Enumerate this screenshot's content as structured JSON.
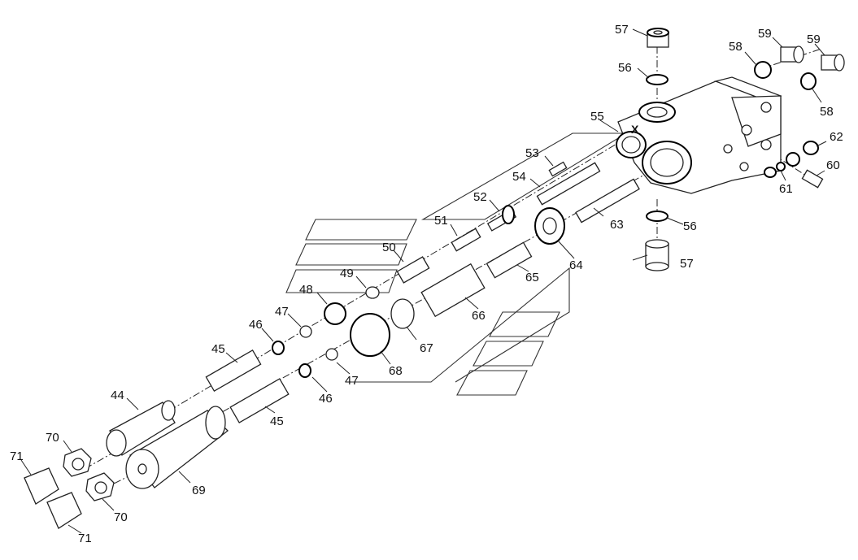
{
  "callouts": {
    "c44": "44",
    "c45a": "45",
    "c45b": "45",
    "c46a": "46",
    "c46b": "46",
    "c47a": "47",
    "c47b": "47",
    "c48": "48",
    "c49": "49",
    "c50": "50",
    "c51": "51",
    "c52": "52",
    "c53": "53",
    "c54": "54",
    "c55": "55",
    "c56a": "56",
    "c56b": "56",
    "c57a": "57",
    "c57b": "57",
    "c58a": "58",
    "c58b": "58",
    "c59a": "59",
    "c59b": "59",
    "c60": "60",
    "c61": "61",
    "c62": "62",
    "c63": "63",
    "c64": "64",
    "c65": "65",
    "c66": "66",
    "c67": "67",
    "c68": "68",
    "c69": "69",
    "c70a": "70",
    "c70b": "70",
    "c71a": "71",
    "c71b": "71"
  },
  "body_marking": "X"
}
